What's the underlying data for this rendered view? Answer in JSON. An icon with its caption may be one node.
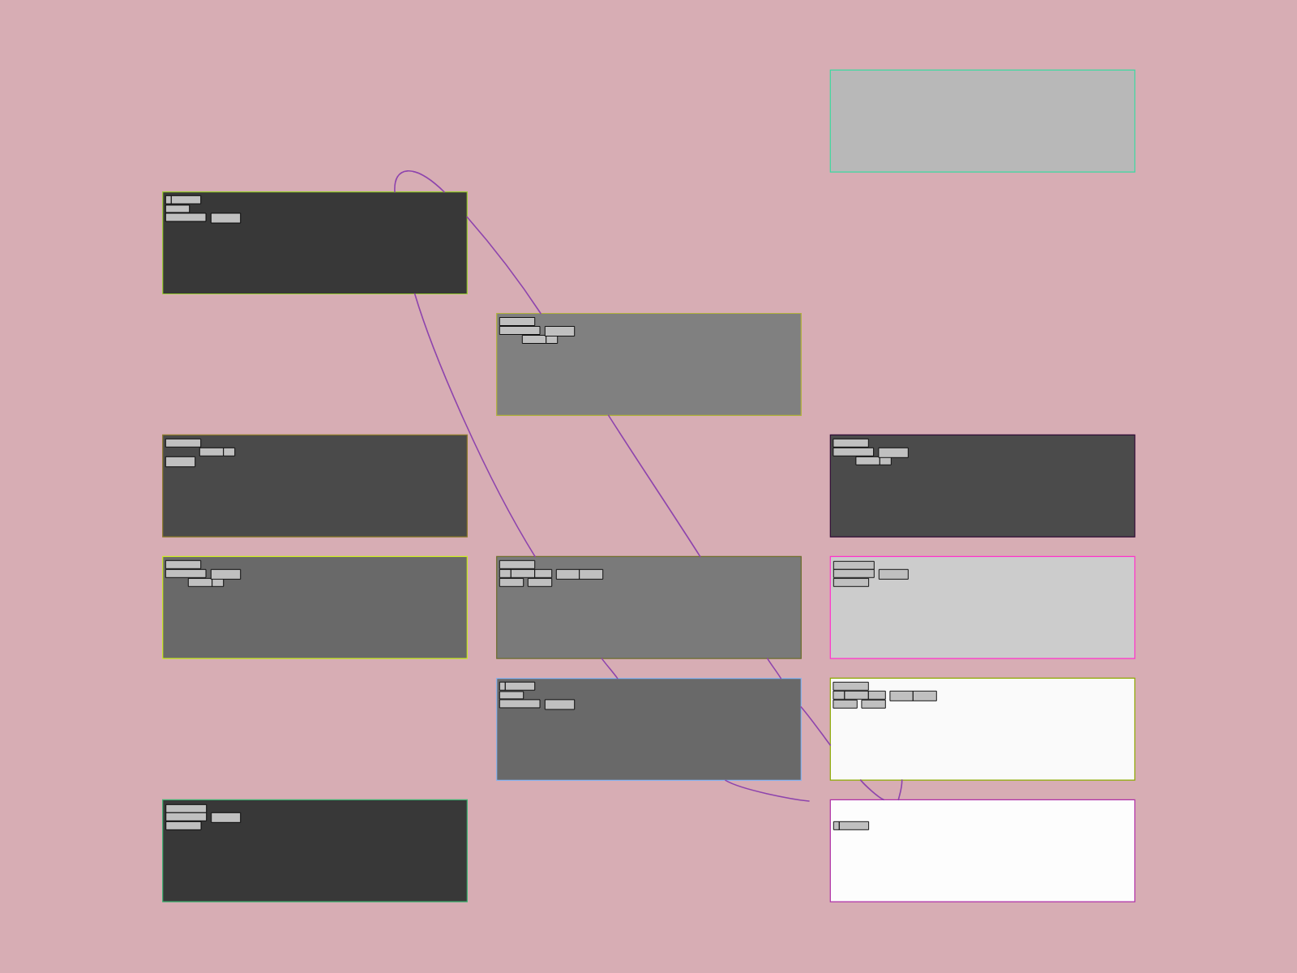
{
  "diagram": {
    "nodes": [
      {
        "text": [],
        "shape": "box"
      },
      {
        "text": [],
        "shape": "box"
      },
      {
        "text": [],
        "shape": "box"
      },
      {
        "text": [],
        "shape": "box"
      },
      {
        "text": [],
        "shape": "box"
      },
      {
        "text": [],
        "shape": "box"
      },
      {
        "text": [],
        "shape": "box"
      },
      {
        "text": [],
        "shape": "box"
      },
      {
        "text": [],
        "shape": "box"
      },
      {
        "text": [],
        "shape": "box"
      },
      {
        "text": [],
        "shape": "box"
      },
      {
        "text": [],
        "shape": "box"
      }
    ],
    "edges": [
      {
        "from": 1,
        "to": 1,
        "arrow": "none"
      },
      {
        "from": 1,
        "to": 2,
        "arrow": "none"
      },
      {
        "from": 1,
        "to": 6,
        "arrow": "none"
      },
      {
        "from": 2,
        "to": 6,
        "arrow": "none"
      },
      {
        "from": 6,
        "to": 8,
        "arrow": "none"
      },
      {
        "from": 6,
        "to": 8,
        "arrow": "none"
      },
      {
        "from": 8,
        "to": null,
        "arrow": "none"
      },
      {
        "from": 8,
        "to": 9,
        "arrow": "none"
      },
      {
        "from": 9,
        "to": 11,
        "arrow": "none"
      },
      {
        "from": 9,
        "to": 11,
        "arrow": "none"
      }
    ]
  }
}
